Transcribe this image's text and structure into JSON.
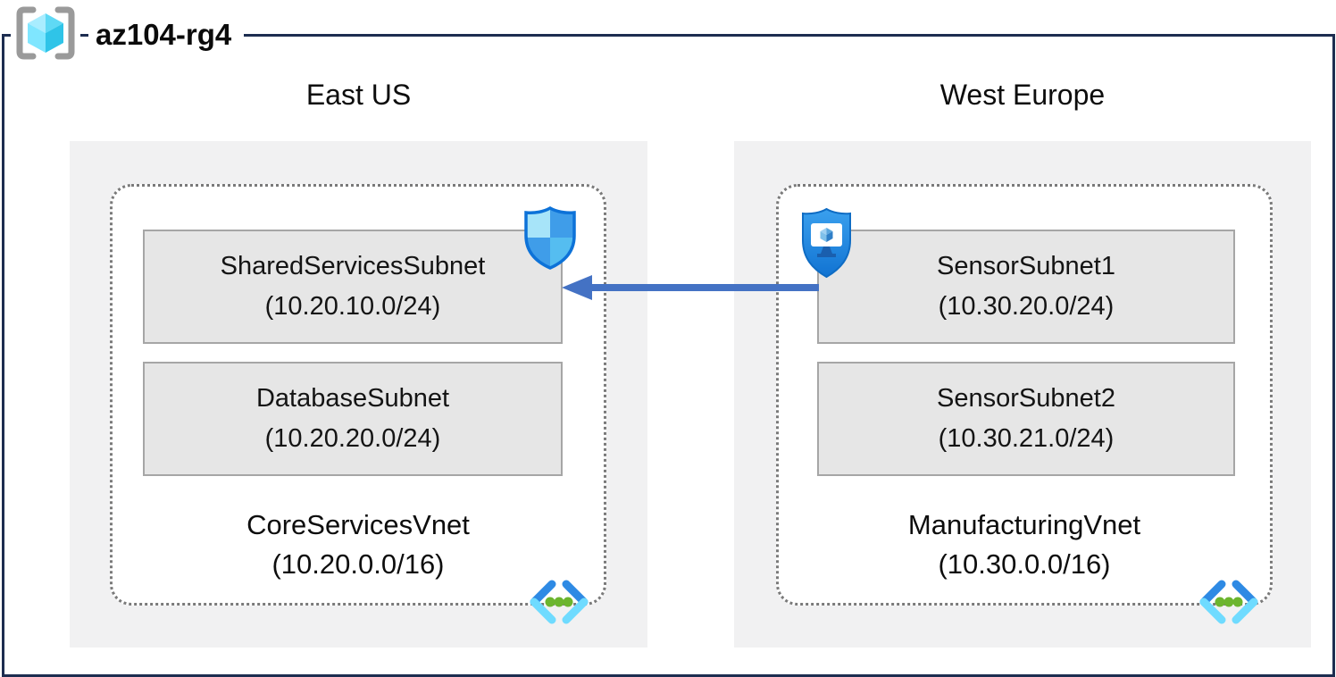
{
  "resource_group": {
    "label": "az104-rg4"
  },
  "regions": [
    {
      "name": "East US",
      "vnet": {
        "name": "CoreServicesVnet",
        "cidr": "(10.20.0.0/16)",
        "subnets": [
          {
            "name": "SharedServicesSubnet",
            "cidr": "(10.20.10.0/24)"
          },
          {
            "name": "DatabaseSubnet",
            "cidr": "(10.20.20.0/24)"
          }
        ]
      }
    },
    {
      "name": "West Europe",
      "vnet": {
        "name": "ManufacturingVnet",
        "cidr": "(10.30.0.0/16)",
        "subnets": [
          {
            "name": "SensorSubnet1",
            "cidr": "(10.30.20.0/24)"
          },
          {
            "name": "SensorSubnet2",
            "cidr": "(10.30.21.0/24)"
          }
        ]
      }
    }
  ],
  "connection": {
    "from": "SensorSubnet1",
    "to": "SharedServicesSubnet",
    "direction": "right-to-left"
  },
  "icons": {
    "resource_group": "resource-group-brackets-cube",
    "defender_shield": "defender-quartered-shield",
    "iot_defender_shield": "defender-shield-with-monitor-cube",
    "virtual_network": "vnet-chevrons-with-green-dots"
  },
  "colors": {
    "frame_border": "#1d2d50",
    "region_background": "#f1f1f2",
    "subnet_fill": "#e6e6e6",
    "subnet_border": "#a6a6a6",
    "vnet_dotted_border": "#7a7a7a",
    "arrow": "#4472c4",
    "azure_blue": "#0d72d8",
    "azure_cyan": "#50e6ff",
    "azure_green": "#6cb52e"
  }
}
